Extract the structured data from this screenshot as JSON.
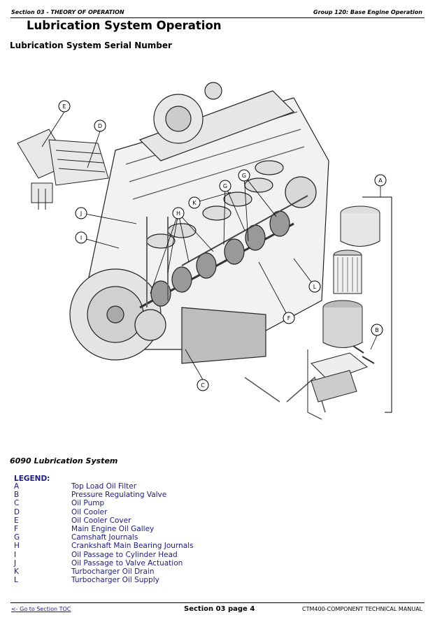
{
  "header": {
    "left": "Section 03 - THEORY OF OPERATION",
    "right": "Group 120: Base Engine Operation"
  },
  "title": "Lubrication System Operation",
  "subtitle": "Lubrication System Serial Number",
  "figure": {
    "callouts": [
      "A",
      "B",
      "C",
      "D",
      "E",
      "F",
      "G",
      "H",
      "I",
      "J",
      "K",
      "L"
    ]
  },
  "caption": "6090 Lubrication System",
  "legend": {
    "title": "LEGEND:",
    "items": [
      {
        "key": "A",
        "label": "Top Load Oil Filter"
      },
      {
        "key": "B",
        "label": "Pressure Regulating Valve"
      },
      {
        "key": "C",
        "label": "Oil Pump"
      },
      {
        "key": "D",
        "label": "Oil Cooler"
      },
      {
        "key": "E",
        "label": "Oil Cooler Cover"
      },
      {
        "key": "F",
        "label": "Main Engine Oil Galley"
      },
      {
        "key": "G",
        "label": "Camshaft Journals"
      },
      {
        "key": "H",
        "label": "Crankshaft Main Bearing Journals"
      },
      {
        "key": "I",
        "label": "Oil Passage to Cylinder Head"
      },
      {
        "key": "J",
        "label": "Oil Passage to Valve Actuation"
      },
      {
        "key": "K",
        "label": "Turbocharger Oil Drain"
      },
      {
        "key": "L",
        "label": "Turbocharger Oil Supply"
      }
    ]
  },
  "footer": {
    "link": "<- Go to Section TOC",
    "center": "Section 03 page 4",
    "right": "CTM400-COMPONENT TECHNICAL MANUAL"
  }
}
